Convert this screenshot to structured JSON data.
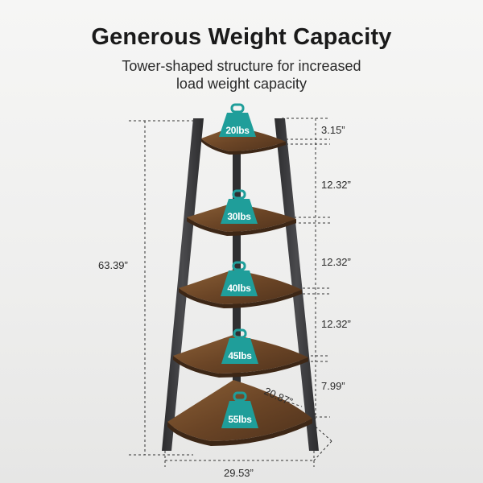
{
  "header": {
    "title": "Generous Weight Capacity",
    "subtitle_line1": "Tower-shaped structure for increased",
    "subtitle_line2": "load weight capacity"
  },
  "dimensions": {
    "total_height": "63.39”",
    "top_gap": "3.15”",
    "gap1": "12.32”",
    "gap2": "12.32”",
    "gap3": "12.32”",
    "bottom_gap": "7.99”",
    "depth": "20.87”",
    "width": "29.53”"
  },
  "shelves": [
    {
      "weight": "20lbs"
    },
    {
      "weight": "30lbs"
    },
    {
      "weight": "40lbs"
    },
    {
      "weight": "45lbs"
    },
    {
      "weight": "55lbs"
    }
  ],
  "colors": {
    "frame": "#3a3a3c",
    "wood": "#6b4a2c",
    "weight_icon": "#1f9e9a"
  }
}
